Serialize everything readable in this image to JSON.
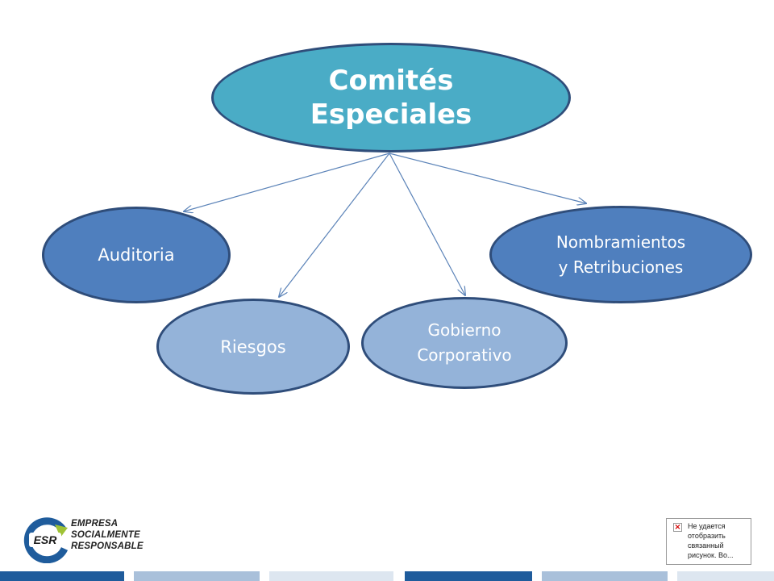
{
  "diagram": {
    "root": "Comités\nEspeciales",
    "children": [
      {
        "id": "auditoria",
        "label": "Auditoria"
      },
      {
        "id": "riesgos",
        "label": "Riesgos"
      },
      {
        "id": "gobierno",
        "label": "Gobierno\nCorporativo"
      },
      {
        "id": "nombramientos",
        "label": "Nombramientos\ny Retribuciones"
      }
    ]
  },
  "logo": {
    "mark": "ESR",
    "line1": "EMPRESA",
    "line2": "SOCIALMENTE",
    "line3": "RESPONSABLE"
  },
  "broken_image": {
    "icon": "broken-image-x-icon",
    "message": "Не удается\nотобразить\nсвязанный\nрисунок. Во..."
  },
  "colors": {
    "root": "#4aacc6",
    "primary": "#4f7fbe",
    "light": "#94b3d9",
    "connector": "#5b83b8",
    "footer_dark": "#1f5c9c",
    "footer_light": "#a9c0da"
  }
}
